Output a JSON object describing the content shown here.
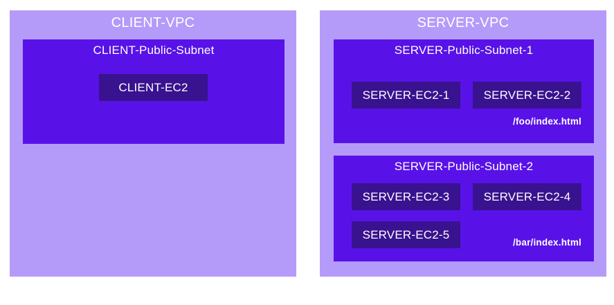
{
  "colors": {
    "vpc_bg": "#b49bfa",
    "subnet_bg": "#5812e8",
    "ec2_bg": "#39128f",
    "text": "#ffffff"
  },
  "client_vpc": {
    "title": "CLIENT-VPC",
    "subnet": {
      "title": "CLIENT-Public-Subnet",
      "instances": [
        "CLIENT-EC2"
      ]
    }
  },
  "server_vpc": {
    "title": "SERVER-VPC",
    "subnets": [
      {
        "title": "SERVER-Public-Subnet-1",
        "instances": [
          "SERVER-EC2-1",
          "SERVER-EC2-2"
        ],
        "note": "/foo/index.html"
      },
      {
        "title": "SERVER-Public-Subnet-2",
        "instances": [
          "SERVER-EC2-3",
          "SERVER-EC2-4",
          "SERVER-EC2-5"
        ],
        "note": "/bar/index.html"
      }
    ]
  }
}
